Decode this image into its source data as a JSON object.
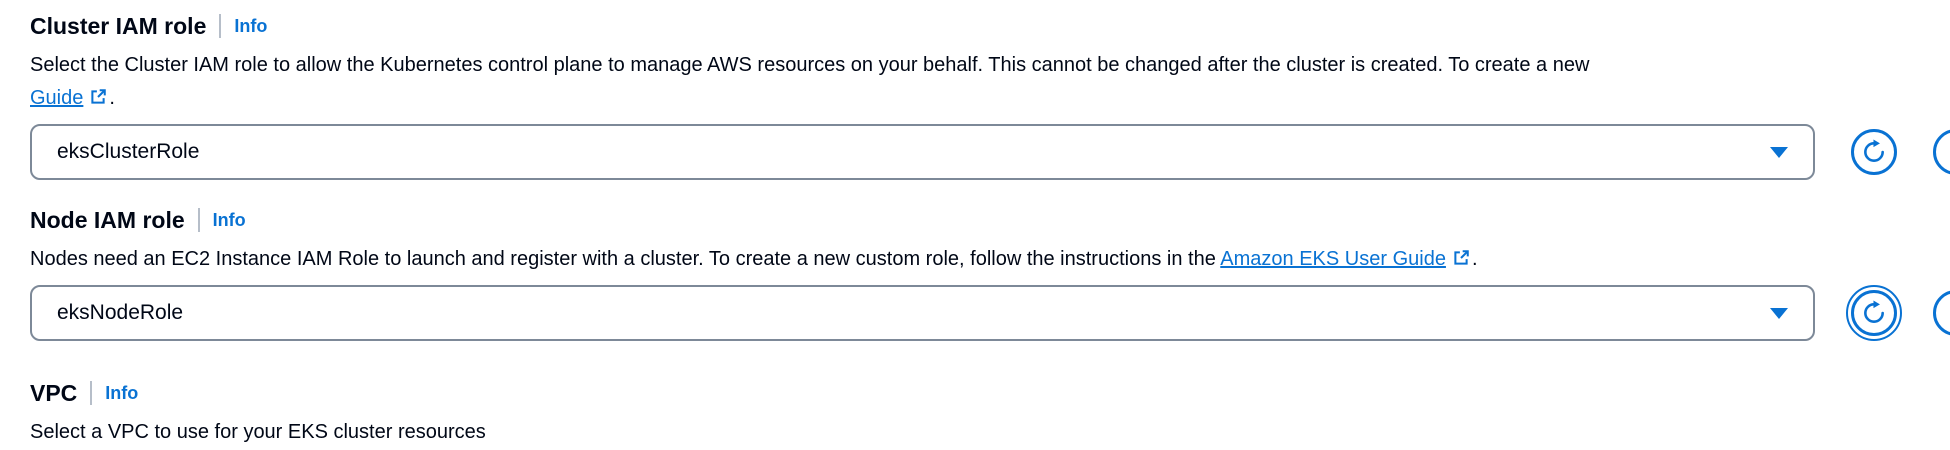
{
  "colors": {
    "accent": "#0972d3",
    "heading": "#000716",
    "text": "#000716",
    "divider": "#b6bec9",
    "field_border": "#7d8998"
  },
  "icons": {
    "external_link": "box-with-arrow-out",
    "caret_down": "filled-triangle-down",
    "refresh": "circular-arrow"
  },
  "sections": {
    "cluster": {
      "heading": "Cluster IAM role",
      "info": "Info",
      "desc_line1": "Select the Cluster IAM role to allow the Kubernetes control plane to manage AWS resources on your behalf. This cannot be changed after the cluster is created. To create a new",
      "desc_line2_link": "Guide",
      "desc_line2_suffix": ".",
      "select_value": "eksClusterRole"
    },
    "node": {
      "heading": "Node IAM role",
      "info": "Info",
      "desc_prefix": "Nodes need an EC2 Instance IAM Role to launch and register with a cluster. To create a new custom role, follow the instructions in the ",
      "desc_link": "Amazon EKS User Guide",
      "desc_suffix": ".",
      "select_value": "eksNodeRole"
    },
    "vpc": {
      "heading": "VPC",
      "info": "Info",
      "desc": "Select a VPC to use for your EKS cluster resources"
    }
  }
}
